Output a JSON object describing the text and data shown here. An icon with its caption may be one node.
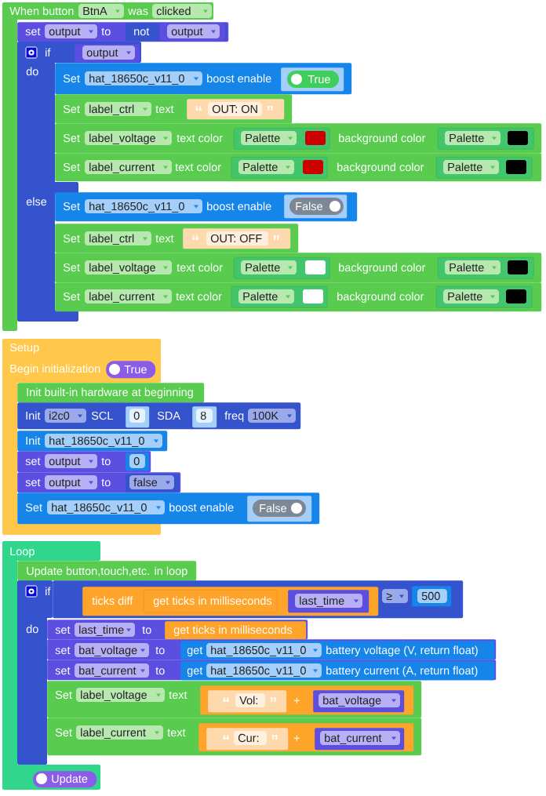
{
  "diagram": {
    "nodes": [
      {
        "text": [
          "When button",
          "BtnA",
          "was",
          "clicked"
        ]
      },
      {
        "text": [
          "set",
          "output",
          "to"
        ]
      },
      {
        "text": [
          "not"
        ],
        "in": 1
      },
      {
        "text": [
          "output"
        ],
        "in": 2
      },
      {
        "text": [
          "if",
          "do",
          "else"
        ],
        "in": 0
      },
      {
        "text": [
          "output"
        ],
        "in": 4
      },
      {
        "text": [
          "Set",
          "hat_18650c_v11_0",
          "boost enable"
        ]
      },
      {
        "text": [
          "True"
        ],
        "in": 6
      },
      {
        "text": [
          "Set",
          "label_ctrl",
          "text"
        ]
      },
      {
        "text": [
          "“",
          "OUT: ON",
          "”"
        ],
        "in": 8
      },
      {
        "text": [
          "Set",
          "label_voltage",
          "text color",
          "background color"
        ]
      },
      {
        "text": [
          "Palette"
        ],
        "in": 10
      },
      {
        "text": [
          "Palette"
        ],
        "in": 10
      },
      {
        "text": [
          "Set",
          "label_current",
          "text color",
          "background color"
        ]
      },
      {
        "text": [
          "Palette"
        ],
        "in": 13
      },
      {
        "text": [
          "Palette"
        ],
        "in": 13
      },
      {
        "text": [
          "Set",
          "hat_18650c_v11_0",
          "boost enable"
        ]
      },
      {
        "text": [
          "False"
        ],
        "in": 16
      },
      {
        "text": [
          "Set",
          "label_ctrl",
          "text"
        ]
      },
      {
        "text": [
          "“",
          "OUT: OFF",
          "”"
        ],
        "in": 18
      },
      {
        "text": [
          "Set",
          "label_voltage",
          "text color",
          "background color"
        ]
      },
      {
        "text": [
          "Palette"
        ],
        "in": 20
      },
      {
        "text": [
          "Palette"
        ],
        "in": 20
      },
      {
        "text": [
          "Set",
          "label_current",
          "text color",
          "background color"
        ]
      },
      {
        "text": [
          "Palette"
        ],
        "in": 23
      },
      {
        "text": [
          "Palette"
        ],
        "in": 23
      },
      {
        "text": [
          "Setup",
          "Begin initialization"
        ]
      },
      {
        "text": [
          "True"
        ],
        "in": 26
      },
      {
        "text": [
          "Init built-in hardware at beginning"
        ]
      },
      {
        "text": [
          "Init",
          "i2c0",
          "SCL",
          "SDA",
          "freq",
          "100K"
        ]
      },
      {
        "text": [
          "0"
        ]
      },
      {
        "text": [
          "8"
        ],
        "in": 29
      },
      {
        "text": [
          "Init",
          "hat_18650c_v11_0"
        ],
        "in": 26
      },
      {
        "text": [
          "set",
          "output",
          "to"
        ],
        "in": 26
      },
      {
        "text": [
          "0"
        ],
        "in": 33
      },
      {
        "text": [
          "set",
          "output",
          "to"
        ]
      },
      {
        "text": [
          "false"
        ],
        "in": 35
      },
      {
        "text": [
          "Set",
          "hat_18650c_v11_0",
          "boost enable"
        ]
      },
      {
        "text": [
          "False"
        ],
        "in": 37
      },
      {
        "text": [
          "Loop"
        ]
      },
      {
        "text": [
          "Update button,touch,etc. in loop"
        ]
      },
      {
        "text": [
          "if",
          "do"
        ],
        "in": 39
      },
      {
        "text": [
          "≥"
        ]
      },
      {
        "text": [
          "ticks diff"
        ],
        "in": 42
      },
      {
        "text": [
          "get ticks in milliseconds"
        ],
        "in": 43
      },
      {
        "text": [
          "last_time"
        ],
        "in": 43
      },
      {
        "text": [
          "500"
        ],
        "in": 42
      },
      {
        "text": [
          "set",
          "last_time",
          "to"
        ]
      },
      {
        "text": [
          "get ticks in milliseconds"
        ],
        "in": 47
      },
      {
        "text": [
          "set",
          "bat_voltage",
          "to"
        ]
      },
      {
        "text": [
          "get",
          "hat_18650c_v11_0",
          "battery voltage (V, return float)"
        ],
        "in": 49
      },
      {
        "text": [
          "set",
          "bat_current",
          "to"
        ]
      },
      {
        "text": [
          "get",
          "hat_18650c_v11_0",
          "battery current (A, return float)"
        ],
        "in": 51
      },
      {
        "text": [
          "Set",
          "label_voltage",
          "text"
        ]
      },
      {
        "text": [
          "+"
        ],
        "in": 53
      },
      {
        "text": [
          "“",
          "Vol:",
          "”"
        ],
        "in": 54
      },
      {
        "text": [
          "bat_voltage"
        ],
        "in": 54
      },
      {
        "text": [
          "Set",
          "label_current",
          "text"
        ]
      },
      {
        "text": [
          "+"
        ],
        "in": 57
      },
      {
        "text": [
          "“",
          "Cur:",
          "”"
        ],
        "in": 58
      },
      {
        "text": [
          "bat_current"
        ],
        "in": 58
      },
      {
        "text": [
          "Update"
        ],
        "in": 39
      }
    ]
  }
}
